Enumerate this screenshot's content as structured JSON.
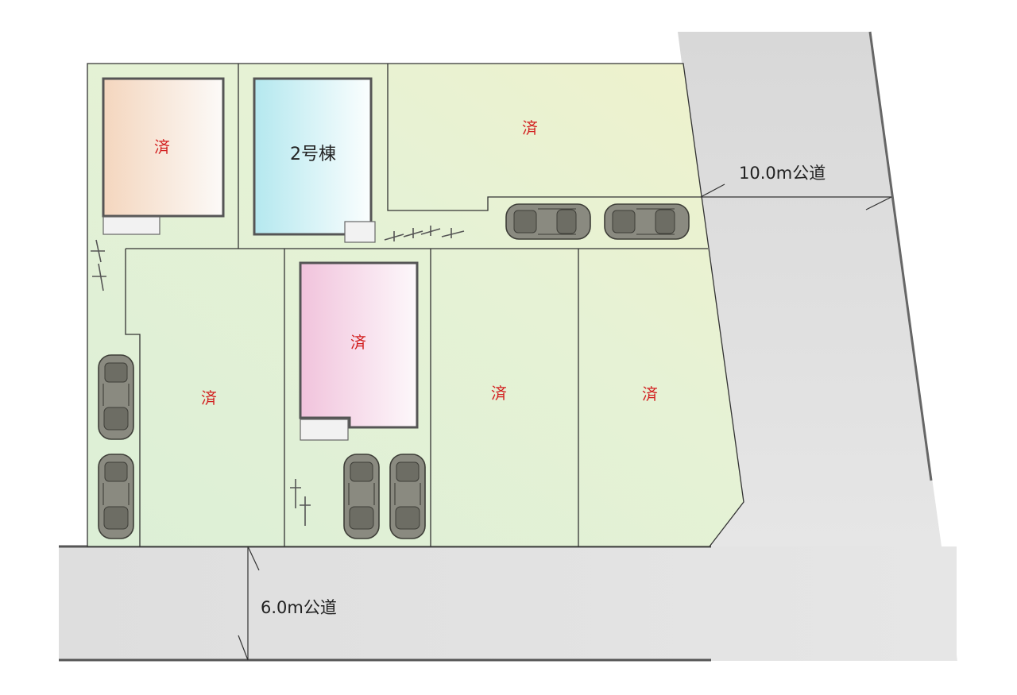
{
  "lots": {
    "lot_top_left": "済",
    "lot_top_right": "済",
    "lot_bottom_left": "済",
    "lot_bottom_center": "済",
    "lot_bottom_right_a": "済",
    "lot_bottom_right_b": "済"
  },
  "building_2": "2号棟",
  "roads": {
    "east": "10.0m公道",
    "south": "6.0m公道"
  },
  "colors": {
    "lot_green": "#e3f2d2",
    "road_gray": "#dcdcdc",
    "sold_mark": "#d21e1e"
  }
}
